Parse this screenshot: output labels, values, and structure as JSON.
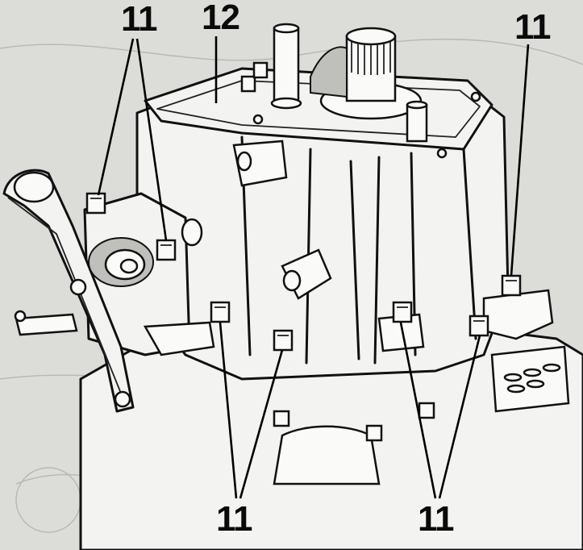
{
  "callouts": {
    "top_left": "11",
    "top_center": "12",
    "top_right": "11",
    "bottom_left": "11",
    "bottom_right": "11"
  }
}
